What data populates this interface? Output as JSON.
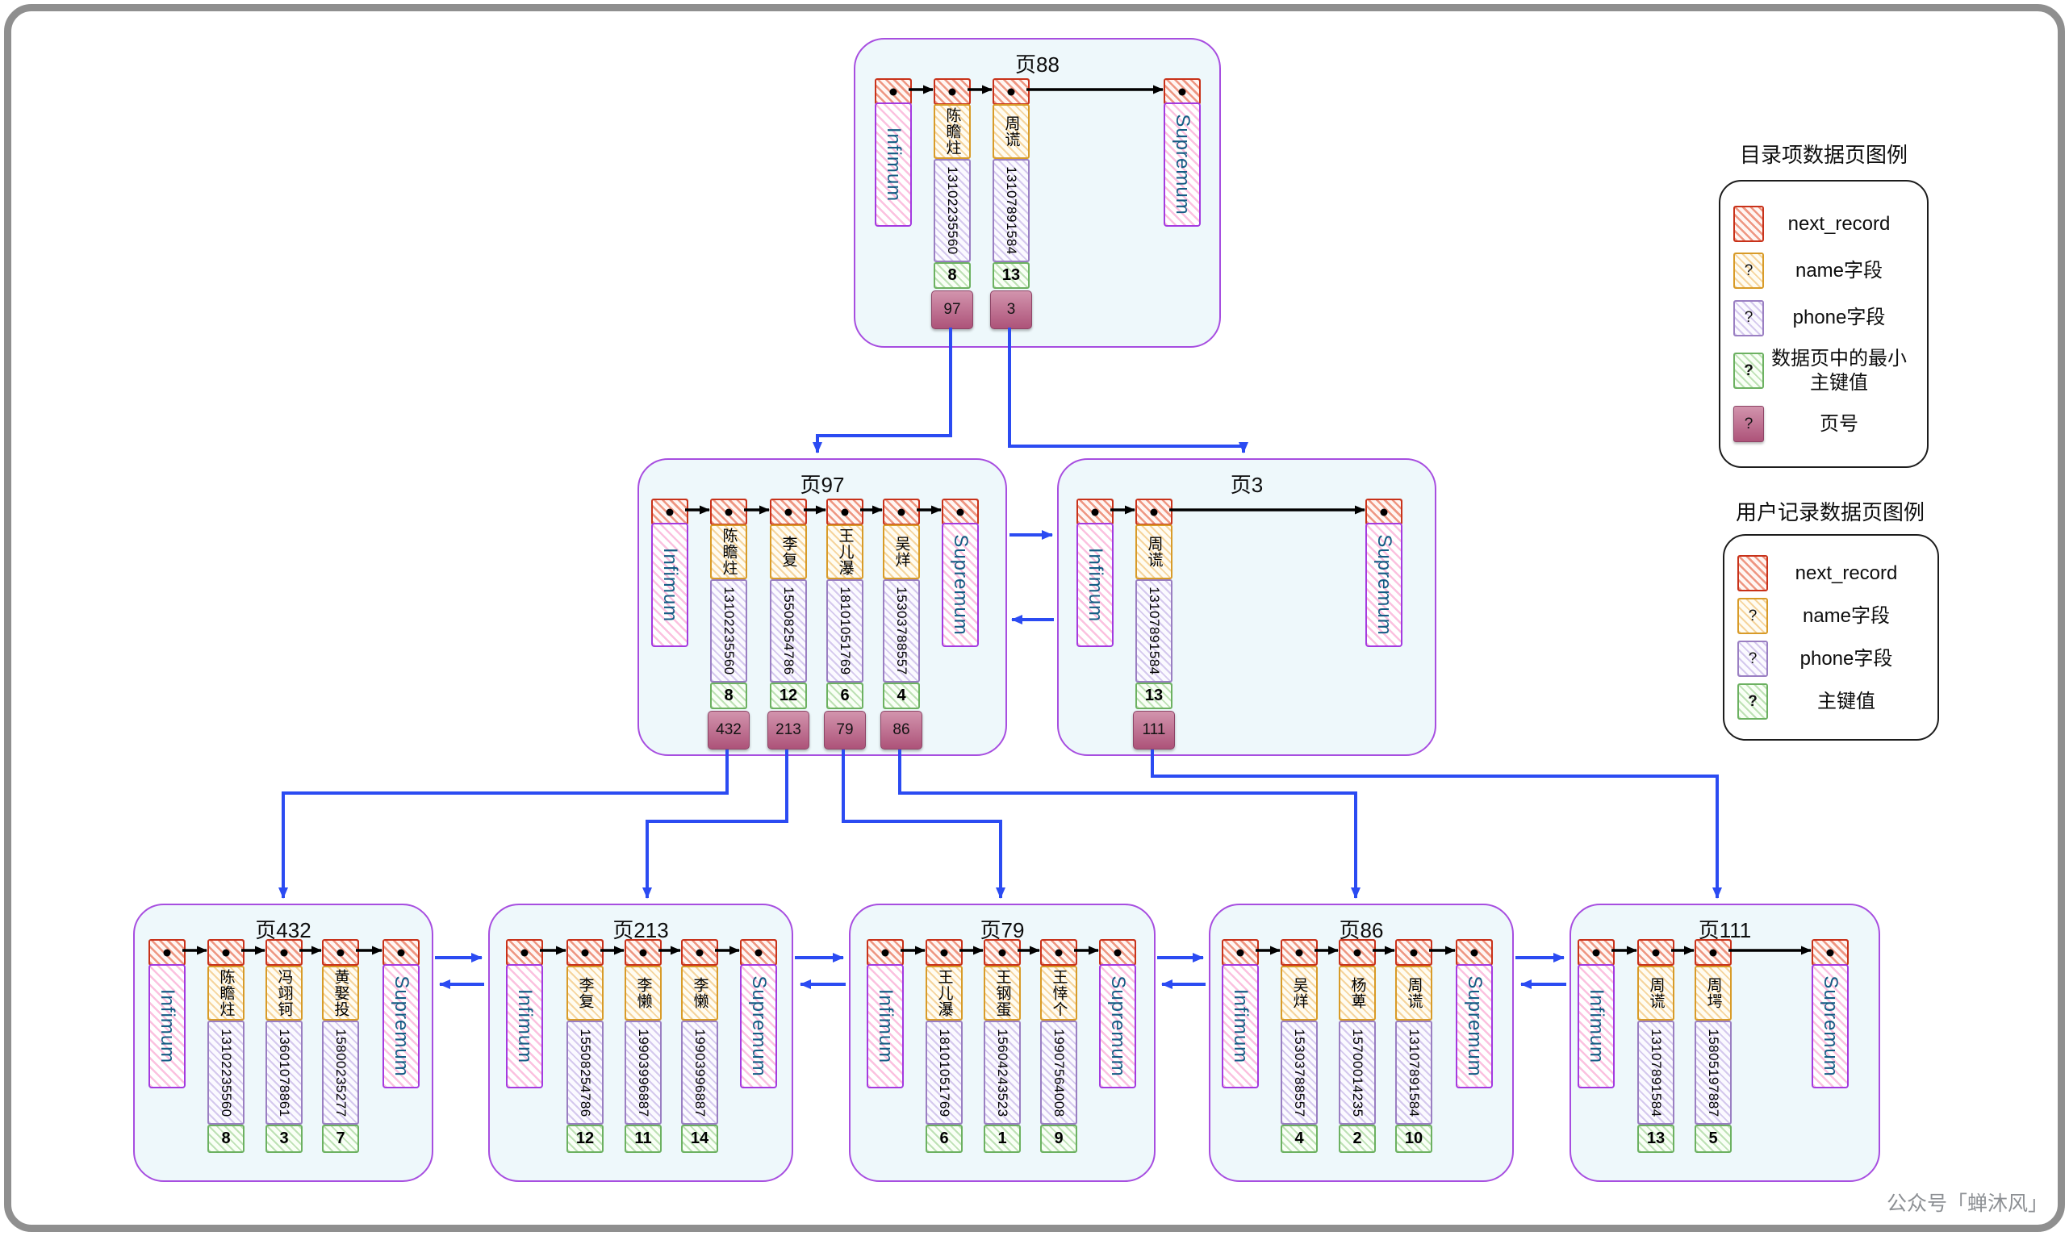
{
  "colors": {
    "accent_blue": "#2b4bf2",
    "page_border": "#a74ee0",
    "page_bg": "#eef8fb",
    "next_record_border": "#c8321a",
    "name_border": "#d89b28",
    "phone_border": "#9a7fc2",
    "key_border": "#6cb161",
    "pageno_bg": "#ad5379",
    "infsup_border": "#a43ae0",
    "infsup_text": "#145c84"
  },
  "watermark": "公众号「蝉沐风」",
  "legends": [
    {
      "title": "目录项数据页图例",
      "items": [
        {
          "q": "",
          "label": "next_record",
          "label2": ""
        },
        {
          "q": "?",
          "label": "name字段",
          "label2": ""
        },
        {
          "q": "?",
          "label": "phone字段",
          "label2": ""
        },
        {
          "q": "?",
          "label": "数据页中的最小",
          "label2": "主键值"
        },
        {
          "q": "?",
          "label": "页号",
          "label2": ""
        }
      ]
    },
    {
      "title": "用户记录数据页图例",
      "items": [
        {
          "q": "",
          "label": "next_record",
          "label2": ""
        },
        {
          "q": "?",
          "label": "name字段",
          "label2": ""
        },
        {
          "q": "?",
          "label": "phone字段",
          "label2": ""
        },
        {
          "q": "?",
          "label": "主键值",
          "label2": ""
        }
      ]
    }
  ],
  "pages": [
    {
      "title": "页88",
      "records": [
        {
          "kind": "infimum",
          "label": "Infimum"
        },
        {
          "kind": "record",
          "name": "陈瞻炷",
          "phone": "13102235560",
          "key": "8",
          "page": "97"
        },
        {
          "kind": "record",
          "name": "周谎",
          "phone": "13107891584",
          "key": "13",
          "page": "3"
        },
        {
          "kind": "supremum",
          "label": "Supremum"
        }
      ]
    },
    {
      "title": "页97",
      "records": [
        {
          "kind": "infimum",
          "label": "Infimum"
        },
        {
          "kind": "record",
          "name": "陈瞻炷",
          "phone": "13102235560",
          "key": "8",
          "page": "432"
        },
        {
          "kind": "record",
          "name": "李复",
          "phone": "15508254786",
          "key": "12",
          "page": "213"
        },
        {
          "kind": "record",
          "name": "王儿瀑",
          "phone": "18101051769",
          "key": "6",
          "page": "79"
        },
        {
          "kind": "record",
          "name": "吴烊",
          "phone": "15303788557",
          "key": "4",
          "page": "86"
        },
        {
          "kind": "supremum",
          "label": "Supremum"
        }
      ]
    },
    {
      "title": "页3",
      "records": [
        {
          "kind": "infimum",
          "label": "Infimum"
        },
        {
          "kind": "record",
          "name": "周谎",
          "phone": "13107891584",
          "key": "13",
          "page": "111"
        },
        {
          "kind": "supremum",
          "label": "Supremum"
        }
      ]
    },
    {
      "title": "页432",
      "records": [
        {
          "kind": "infimum",
          "label": "Infimum"
        },
        {
          "kind": "record",
          "name": "陈瞻炷",
          "phone": "13102235560",
          "key": "8"
        },
        {
          "kind": "record",
          "name": "冯翊钶",
          "phone": "13601078861",
          "key": "3"
        },
        {
          "kind": "record",
          "name": "黄娶投",
          "phone": "15800235277",
          "key": "7"
        },
        {
          "kind": "supremum",
          "label": "Supremum"
        }
      ]
    },
    {
      "title": "页213",
      "records": [
        {
          "kind": "infimum",
          "label": "Infimum"
        },
        {
          "kind": "record",
          "name": "李复",
          "phone": "15508254786",
          "key": "12"
        },
        {
          "kind": "record",
          "name": "李懒",
          "phone": "19903996887",
          "key": "11"
        },
        {
          "kind": "record",
          "name": "李懒",
          "phone": "19903996887",
          "key": "14"
        },
        {
          "kind": "supremum",
          "label": "Supremum"
        }
      ]
    },
    {
      "title": "页79",
      "records": [
        {
          "kind": "infimum",
          "label": "Infimum"
        },
        {
          "kind": "record",
          "name": "王儿瀑",
          "phone": "18101051769",
          "key": "6"
        },
        {
          "kind": "record",
          "name": "王钢蛋",
          "phone": "15604243523",
          "key": "1"
        },
        {
          "kind": "record",
          "name": "王悻个",
          "phone": "19907564008",
          "key": "9"
        },
        {
          "kind": "supremum",
          "label": "Supremum"
        }
      ]
    },
    {
      "title": "页86",
      "records": [
        {
          "kind": "infimum",
          "label": "Infimum"
        },
        {
          "kind": "record",
          "name": "吴烊",
          "phone": "15303788557",
          "key": "4"
        },
        {
          "kind": "record",
          "name": "杨萆",
          "phone": "15700014235",
          "key": "2"
        },
        {
          "kind": "record",
          "name": "周谎",
          "phone": "13107891584",
          "key": "10"
        },
        {
          "kind": "supremum",
          "label": "Supremum"
        }
      ]
    },
    {
      "title": "页111",
      "records": [
        {
          "kind": "infimum",
          "label": "Infimum"
        },
        {
          "kind": "record",
          "name": "周谎",
          "phone": "13107891584",
          "key": "13"
        },
        {
          "kind": "record",
          "name": "周堮",
          "phone": "15805197887",
          "key": "5"
        },
        {
          "kind": "supremum",
          "label": "Supremum"
        }
      ]
    }
  ]
}
